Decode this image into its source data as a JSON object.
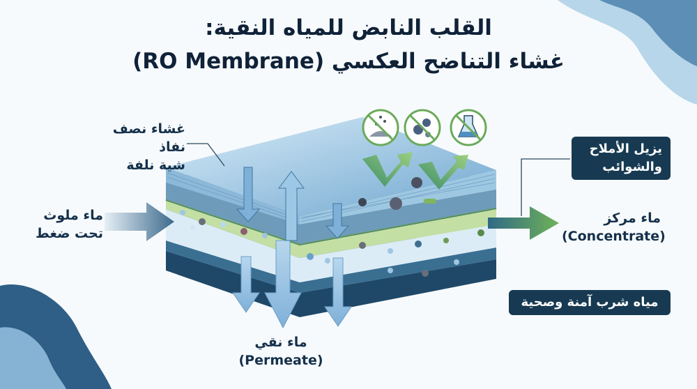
{
  "title": {
    "line1": "القلب النابض للمياه النقية:",
    "line2": "غشاء التناضح العكسي (RO Membrane)"
  },
  "labels": {
    "membrane_line1": "غشاء نصف نفاذ",
    "membrane_line2": "شية نلفة",
    "feed_line1": "ماء ملوث",
    "feed_line2": "تحت ضغط",
    "permeate_line1": "ماء نقي",
    "permeate_line2": "(Permeate)",
    "concentrate_line1": "ماء مركز",
    "concentrate_line2": "(Concentrate)"
  },
  "badges": {
    "removes_line1": "يزيل الأملاح",
    "removes_line2": "والشوائب",
    "safe_water": "مياه شرب آمنة وصحية"
  },
  "icons": [
    "no-salt-icon",
    "no-bacteria-icon",
    "no-chemicals-icon"
  ],
  "colors": {
    "navy": "#173a52",
    "teal": "#3a6f92",
    "light_blue": "#9cc8e6",
    "green": "#5e9a4e",
    "light_green": "#c3dfa3"
  }
}
